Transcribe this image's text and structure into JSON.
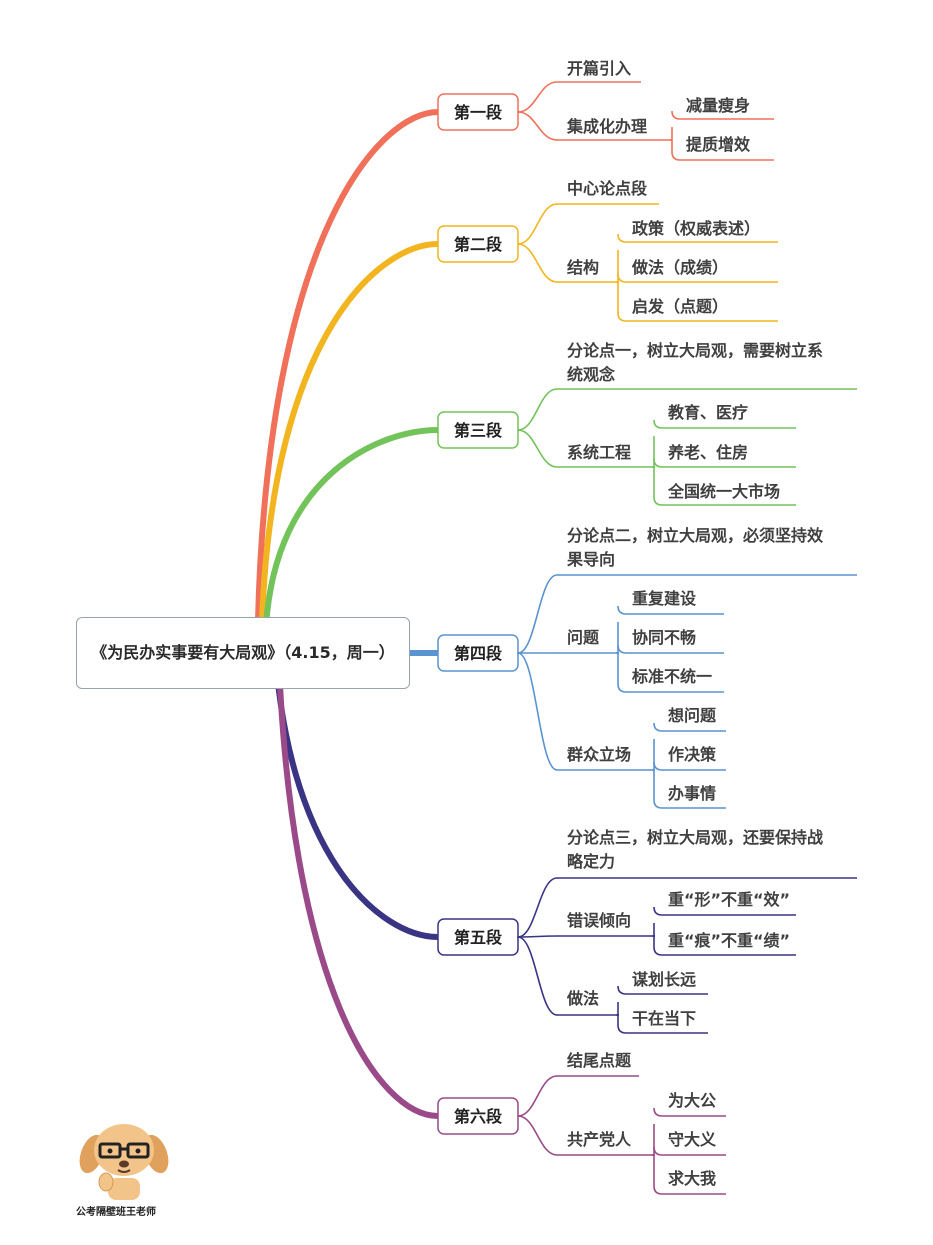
{
  "root": {
    "title": "《为民办实事要有大局观》（4.15，周一）"
  },
  "credit": "公考隔壁班王老师",
  "colors": {
    "s1": "#f0705a",
    "s2": "#f2b51f",
    "s3": "#72c35a",
    "s4": "#5a94d0",
    "s5": "#3a3484",
    "s6": "#9a4a88"
  },
  "sections": [
    {
      "label": "第一段",
      "items": [
        {
          "label": "开篇引入"
        },
        {
          "label": "集成化办理",
          "children": [
            "减量瘦身",
            "提质增效"
          ]
        }
      ]
    },
    {
      "label": "第二段",
      "items": [
        {
          "label": "中心论点段"
        },
        {
          "label": "结构",
          "children": [
            "政策（权威表述）",
            "做法（成绩）",
            "启发（点题）"
          ]
        }
      ]
    },
    {
      "label": "第三段",
      "items": [
        {
          "label": [
            "分论点一，树立大局观，需要树立系",
            "统观念"
          ]
        },
        {
          "label": "系统工程",
          "children": [
            "教育、医疗",
            "养老、住房",
            "全国统一大市场"
          ]
        }
      ]
    },
    {
      "label": "第四段",
      "items": [
        {
          "label": [
            "分论点二，树立大局观，必须坚持效",
            "果导向"
          ]
        },
        {
          "label": "问题",
          "children": [
            "重复建设",
            "协同不畅",
            "标准不统一"
          ]
        },
        {
          "label": "群众立场",
          "children": [
            "想问题",
            "作决策",
            "办事情"
          ]
        }
      ]
    },
    {
      "label": "第五段",
      "items": [
        {
          "label": [
            "分论点三，树立大局观，还要保持战",
            "略定力"
          ]
        },
        {
          "label": "错误倾向",
          "children": [
            "重“形”不重“效”",
            "重“痕”不重“绩”"
          ]
        },
        {
          "label": "做法",
          "children": [
            "谋划长远",
            "干在当下"
          ]
        }
      ]
    },
    {
      "label": "第六段",
      "items": [
        {
          "label": "结尾点题"
        },
        {
          "label": "共产党人",
          "children": [
            "为大公",
            "守大义",
            "求大我"
          ]
        }
      ]
    }
  ]
}
